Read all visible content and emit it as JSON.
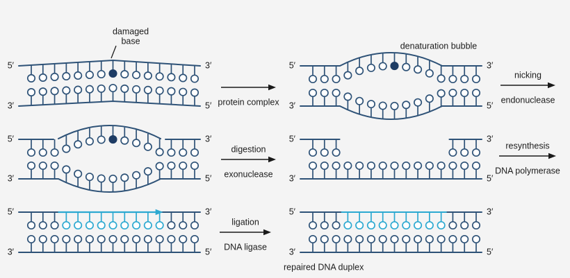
{
  "diagram": {
    "subject": "DNA nucleotide excision repair pathway",
    "background": "#f4f4f4"
  },
  "colors": {
    "strand": "#2e5277",
    "damaged_base": "#1e3c64",
    "new_dna": "#2ca9d1",
    "arrow": "#1a1a1a",
    "text": "#1c1c1c",
    "base_fill": "#ffffff"
  },
  "panels": [
    {
      "name": "damaged-duplex",
      "type": "tent",
      "n_bases": 15,
      "damaged_index": 7,
      "ends": {
        "tl": "5′",
        "tr": "3′",
        "bl": "3′",
        "br": "5′"
      },
      "annotation": {
        "line1": "damaged",
        "line2": "base"
      }
    },
    {
      "name": "denaturation-bubble",
      "type": "bubble",
      "n_bases": 15,
      "damaged_index": 7,
      "caption": "denaturation bubble",
      "ends": {
        "tl": "5′",
        "tr": "3′",
        "bl": "3′",
        "br": "5′"
      }
    },
    {
      "name": "nicked-strand",
      "type": "bubble-nicked",
      "n_bases": 15,
      "damaged_index": 7,
      "ends": {
        "tl": "5′",
        "tr": "3′",
        "bl": "3′",
        "br": "5′"
      }
    },
    {
      "name": "digested-gap",
      "type": "gap",
      "n_bases": 15,
      "top_bases_present": [
        0,
        1,
        2,
        12,
        13,
        14
      ],
      "ends": {
        "tl": "5′",
        "tr": "3′",
        "bl": "3′",
        "br": "5′"
      }
    },
    {
      "name": "resynthesized-strand",
      "type": "synthesis-arrow",
      "n_bases": 15,
      "new_bases": [
        3,
        11
      ],
      "ends": {
        "tl": "5′",
        "tr": "3′",
        "bl": "3′",
        "br": "5′"
      }
    },
    {
      "name": "repaired-duplex",
      "type": "repaired",
      "n_bases": 15,
      "new_bases": [
        3,
        11
      ],
      "caption": "repaired DNA duplex",
      "ends": {
        "tl": "5′",
        "tr": "3′",
        "bl": "3′",
        "br": "5′"
      }
    }
  ],
  "arrows": [
    {
      "name": "protein-complex-arrow",
      "label_top": "",
      "label_bottom": "protein complex"
    },
    {
      "name": "nicking-endonuclease-arrow",
      "label_top": "nicking",
      "label_bottom": "endonuclease"
    },
    {
      "name": "digestion-exonuclease-arrow",
      "label_top": "digestion",
      "label_bottom": "exonuclease"
    },
    {
      "name": "resynthesis-polymerase-arrow",
      "label_top": "resynthesis",
      "label_bottom": "DNA polymerase"
    },
    {
      "name": "ligation-ligase-arrow",
      "label_top": "ligation",
      "label_bottom": "DNA ligase"
    }
  ]
}
